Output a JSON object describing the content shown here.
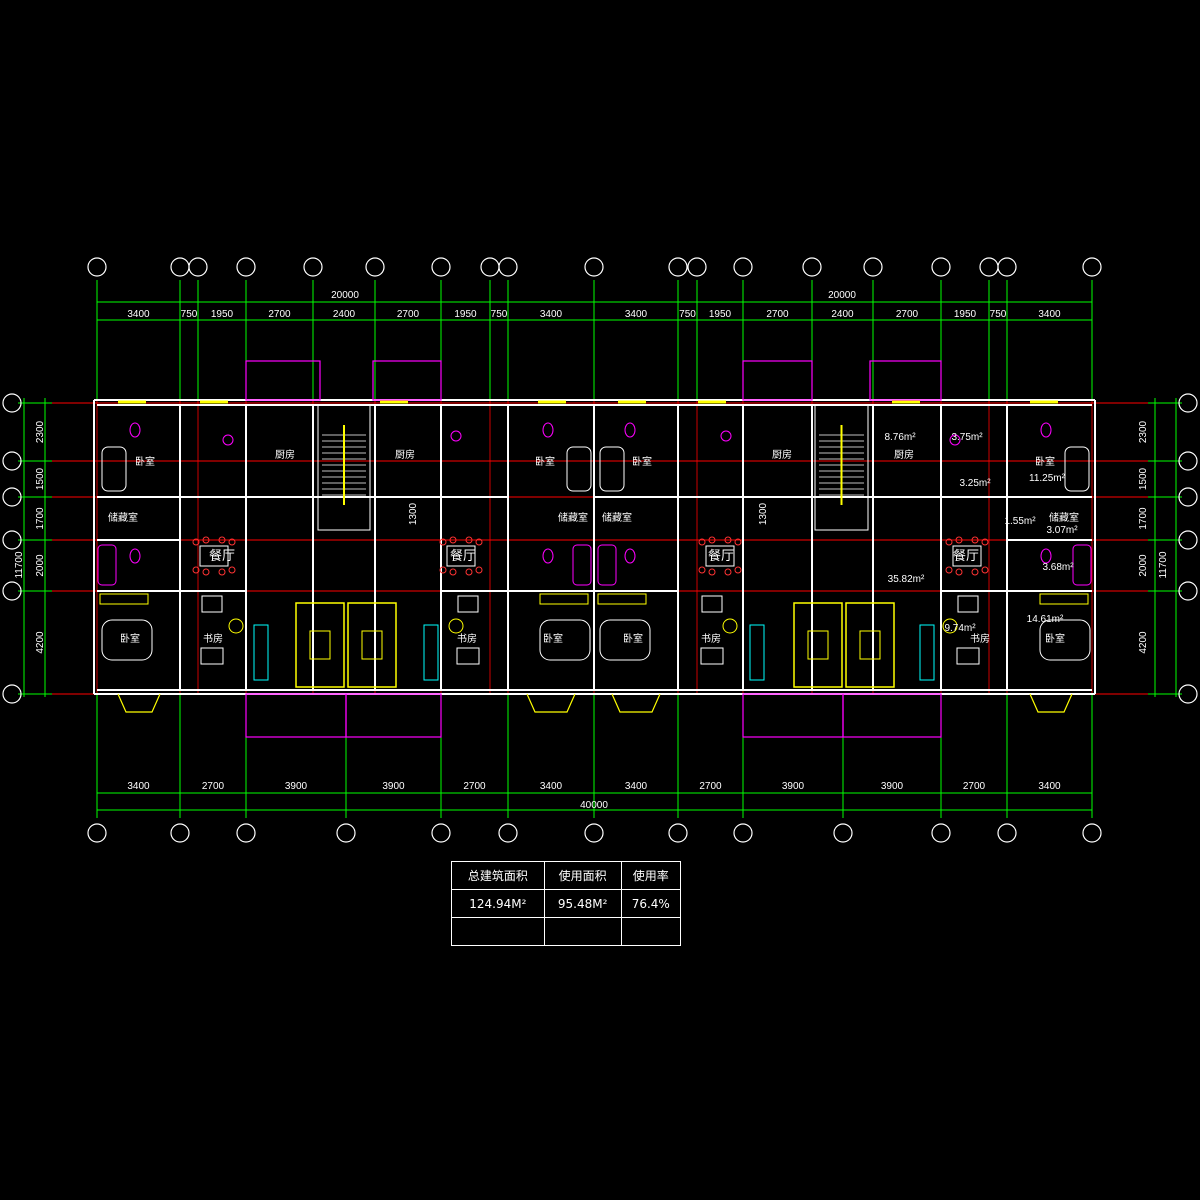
{
  "drawing": {
    "top_overall_dims": [
      "20000",
      "20000"
    ],
    "top_segment_dims": [
      "3400",
      "750",
      "1950",
      "2700",
      "2400",
      "2700",
      "1950",
      "750",
      "3400",
      "3400",
      "750",
      "1950",
      "2700",
      "2400",
      "2700",
      "1950",
      "750",
      "3400"
    ],
    "bottom_segment_dims": [
      "3400",
      "2700",
      "3900",
      "3900",
      "2700",
      "3400",
      "3400",
      "2700",
      "3900",
      "3900",
      "2700",
      "3400"
    ],
    "bottom_overall_dim": "40000",
    "side_dims": [
      "2300",
      "1500",
      "1700",
      "2000",
      "4200"
    ],
    "side_total_dim": "11700",
    "stair_dims": [
      "1300",
      "1300"
    ],
    "rooms": {
      "bedroom": "卧室",
      "kitchen": "厨房",
      "storage": "储藏室",
      "dining": "餐厅",
      "study": "书房"
    },
    "areas": [
      "8.76m²",
      "3.75m²",
      "3.25m²",
      "11.25m²",
      "1.55m²",
      "3.07m²",
      "35.82m²",
      "3.68m²",
      "9.74m²",
      "14.61m²"
    ]
  },
  "summary_table": {
    "headers": [
      "总建筑面积",
      "使用面积",
      "使用率"
    ],
    "values": [
      "124.94M²",
      "95.48M²",
      "76.4%"
    ]
  },
  "colors": {
    "grid": "#00ff00",
    "axis": "#ff0000",
    "wall": "#ffffff",
    "fixture": "#ff00ff",
    "furniture": "#ffff00",
    "appliance": "#00ffff",
    "chair": "#ff3333"
  }
}
